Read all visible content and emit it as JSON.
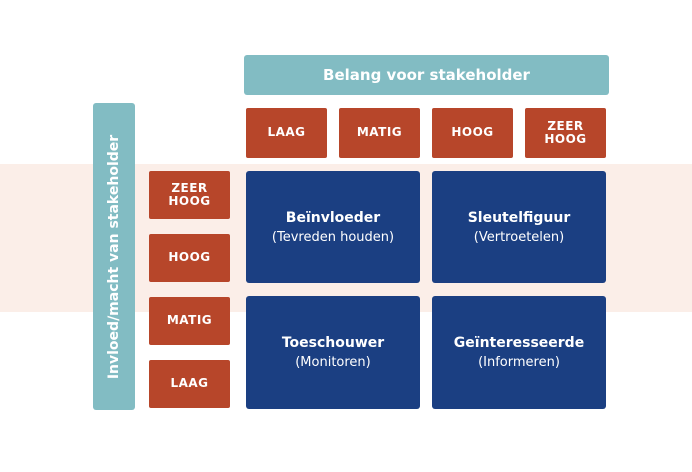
{
  "colors": {
    "banner": "#82bcc3",
    "chip": "#b7462a",
    "quadrant": "#1b3f82",
    "band": "#fbeee8"
  },
  "top_banner": {
    "label": "Belang voor stakeholder"
  },
  "left_banner": {
    "label": "Invloed/macht van stakeholder"
  },
  "columns": [
    "LAAG",
    "MATIG",
    "HOOG",
    "ZEER\nHOOG"
  ],
  "rows": [
    "ZEER\nHOOG",
    "HOOG",
    "MATIG",
    "LAAG"
  ],
  "quadrants": {
    "top_left": {
      "title": "Beïnvloeder",
      "subtitle": "(Tevreden houden)"
    },
    "top_right": {
      "title": "Sleutelfiguur",
      "subtitle": "(Vertroetelen)"
    },
    "bottom_left": {
      "title": "Toeschouwer",
      "subtitle": "(Monitoren)"
    },
    "bottom_right": {
      "title": "Geïnteresseerde",
      "subtitle": "(Informeren)"
    }
  }
}
